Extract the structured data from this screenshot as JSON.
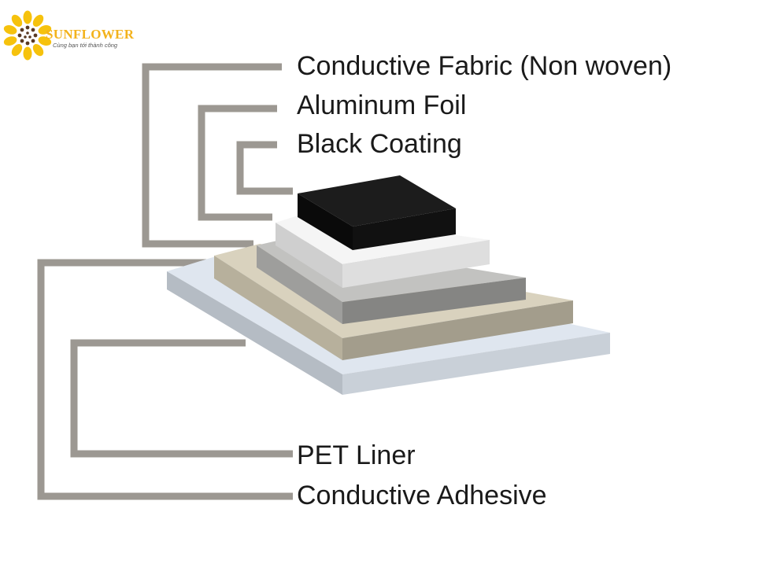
{
  "logo": {
    "name": "SUNFLOWER",
    "tagline": "Cùng bạn tới thành công",
    "name_color": "#f3b21b",
    "tagline_color": "#555555"
  },
  "labels": {
    "conductive_fabric": "Conductive Fabric (Non woven)",
    "aluminum_foil": "Aluminum Foil",
    "black_coating": "Black Coating",
    "pet_liner": "PET Liner",
    "conductive_adhesive": "Conductive Adhesive"
  },
  "colors": {
    "leader_line": "#9c9892",
    "black_coating": "#151515",
    "aluminum_foil": "#ececec",
    "conductive_fabric": "#b4b3b0",
    "conductive_adhesive": "#c9c2ad",
    "pet_liner": "#d6dfea"
  }
}
